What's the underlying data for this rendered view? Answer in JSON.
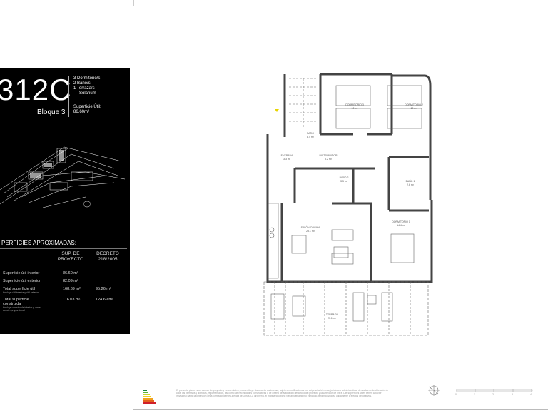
{
  "unit": {
    "code": "312C",
    "block": "Bloque 3",
    "features": [
      "3 Dormitorio/s",
      "2 Baño/s",
      "1 Terraza/s",
      "Solarium"
    ],
    "useful_surface_label": "Superficie Útil:",
    "useful_surface_value": "86.60m²"
  },
  "surfaces": {
    "title": "PERFICIES APROXIMADAS:",
    "col1": [
      "SUP. DE",
      "PROYECTO"
    ],
    "col2": [
      "DECRETO",
      "218/2005"
    ],
    "rows": [
      {
        "label": "Superficie útil interior",
        "note": "",
        "proyecto": "86.60 m²",
        "decreto": ""
      },
      {
        "label": "Superficie útil exterior",
        "note": "",
        "proyecto": "82.09 m²",
        "decreto": ""
      },
      {
        "label": "Total superficie útil",
        "note": "*Incluye útil interior y útil exterior",
        "proyecto": "168.69 m²",
        "decreto": "95.26 m²"
      },
      {
        "label": "Total superficie construida",
        "note": "*Incluye construida interior y zona común proporcional",
        "proyecto": "116.03 m²",
        "decreto": "124.69 m²"
      }
    ]
  },
  "rooms": [
    {
      "name": "DORMITORIO 3",
      "area": "10 m²"
    },
    {
      "name": "DORMITORIO 2",
      "area": "10 m²"
    },
    {
      "name": "PATIO",
      "area": "8.4 m²"
    },
    {
      "name": "ENTRADA",
      "area": "3.3 m²"
    },
    {
      "name": "DISTRIBUIDOR",
      "area": "5.2 m²"
    },
    {
      "name": "BAÑO 2",
      "area": "3.5 m²"
    },
    {
      "name": "BAÑO 1",
      "area": "2.6 m²"
    },
    {
      "name": "SALÓN-COCINA",
      "area": "28.1 m²"
    },
    {
      "name": "DORMITORIO 1",
      "area": "14.4 m²"
    },
    {
      "name": "TERRAZA",
      "area": "27.1 m²"
    }
  ],
  "footer": {
    "disclaimer": "\"El presente plano es un avance de proyecto y es orientativo, no constituye documento contractual; sujeto a modificaciones por exigencias técnicas, jurídicas o administrativas derivadas de la obtención de todos los permisos y licencias, reglamentarios, así como las necesidades constructivas o de diseño derivadas del desarrollo del proyecto y la Dirección de Obra. Las superficies útiles tienen carácter provisional hasta la obtención de la correspondiente Licencia de Obras. La jardinería, el mobiliario urbano y el amueblamiento es ficticio, teniendo validez únicamente a efectos decorativos.",
    "scale_labels": [
      "0",
      "1",
      "2",
      "3",
      "4"
    ],
    "colors": {
      "panel": "#000000",
      "energy": [
        "#1a8a3a",
        "#5cb531",
        "#c7d530",
        "#f2d31b",
        "#f0a21e",
        "#e4611e",
        "#d0202a"
      ]
    }
  }
}
